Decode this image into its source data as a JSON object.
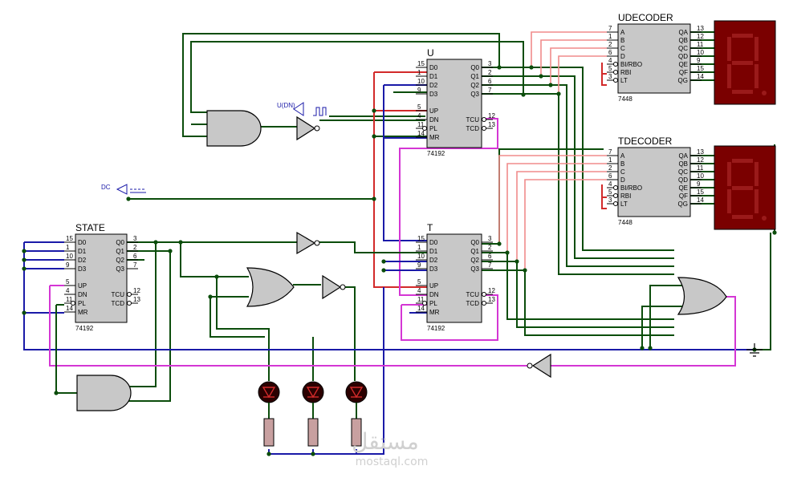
{
  "chips": {
    "state": {
      "name": "STATE",
      "part": "74192",
      "left": [
        [
          "15",
          "D0"
        ],
        [
          "1",
          "D1"
        ],
        [
          "10",
          "D2"
        ],
        [
          "9",
          "D3"
        ],
        [
          "5",
          "UP"
        ],
        [
          "4",
          "DN"
        ],
        [
          "11",
          "PL"
        ],
        [
          "14",
          "MR"
        ]
      ],
      "right": [
        [
          "3",
          "Q0"
        ],
        [
          "2",
          "Q1"
        ],
        [
          "6",
          "Q2"
        ],
        [
          "7",
          "Q3"
        ],
        [
          "12",
          "TCU"
        ],
        [
          "13",
          "TCD"
        ]
      ]
    },
    "u": {
      "name": "U",
      "part": "74192",
      "left": [
        [
          "15",
          "D0"
        ],
        [
          "1",
          "D1"
        ],
        [
          "10",
          "D2"
        ],
        [
          "9",
          "D3"
        ],
        [
          "5",
          "UP"
        ],
        [
          "4",
          "DN"
        ],
        [
          "11",
          "PL"
        ],
        [
          "14",
          "MR"
        ]
      ],
      "right": [
        [
          "3",
          "Q0"
        ],
        [
          "2",
          "Q1"
        ],
        [
          "6",
          "Q2"
        ],
        [
          "7",
          "Q3"
        ],
        [
          "12",
          "TCU"
        ],
        [
          "13",
          "TCD"
        ]
      ]
    },
    "t": {
      "name": "T",
      "part": "74192",
      "left": [
        [
          "15",
          "D0"
        ],
        [
          "1",
          "D1"
        ],
        [
          "10",
          "D2"
        ],
        [
          "9",
          "D3"
        ],
        [
          "5",
          "UP"
        ],
        [
          "4",
          "DN"
        ],
        [
          "11",
          "PL"
        ],
        [
          "14",
          "MR"
        ]
      ],
      "right": [
        [
          "3",
          "Q0"
        ],
        [
          "2",
          "Q1"
        ],
        [
          "6",
          "Q2"
        ],
        [
          "7",
          "Q3"
        ],
        [
          "12",
          "TCU"
        ],
        [
          "13",
          "TCD"
        ]
      ]
    },
    "udecoder": {
      "name": "UDECODER",
      "part": "7448",
      "left": [
        [
          "7",
          "A"
        ],
        [
          "1",
          "B"
        ],
        [
          "2",
          "C"
        ],
        [
          "6",
          "D"
        ],
        [
          "4",
          "BI/RBO"
        ],
        [
          "5",
          "RBI"
        ],
        [
          "3",
          "LT"
        ]
      ],
      "right": [
        [
          "13",
          "QA"
        ],
        [
          "12",
          "QB"
        ],
        [
          "11",
          "QC"
        ],
        [
          "10",
          "QD"
        ],
        [
          "9",
          "QE"
        ],
        [
          "15",
          "QF"
        ],
        [
          "14",
          "QG"
        ]
      ]
    },
    "tdecoder": {
      "name": "TDECODER",
      "part": "7448",
      "left": [
        [
          "7",
          "A"
        ],
        [
          "1",
          "B"
        ],
        [
          "2",
          "C"
        ],
        [
          "6",
          "D"
        ],
        [
          "4",
          "BI/RBO"
        ],
        [
          "5",
          "RBI"
        ],
        [
          "3",
          "LT"
        ]
      ],
      "right": [
        [
          "13",
          "QA"
        ],
        [
          "12",
          "QB"
        ],
        [
          "11",
          "QC"
        ],
        [
          "10",
          "QD"
        ],
        [
          "9",
          "QE"
        ],
        [
          "15",
          "QF"
        ],
        [
          "14",
          "QG"
        ]
      ]
    }
  },
  "generators": {
    "udn": "U(DN)",
    "dc": "DC"
  },
  "watermark": {
    "arabic": "مستقل",
    "latin": "mostaql.com"
  },
  "colors": {
    "wire": "#0b4d0b",
    "bus": "#1a1aa8",
    "clock": "#d436d4",
    "segment": "#f08b8b",
    "display": "#7a0000"
  }
}
